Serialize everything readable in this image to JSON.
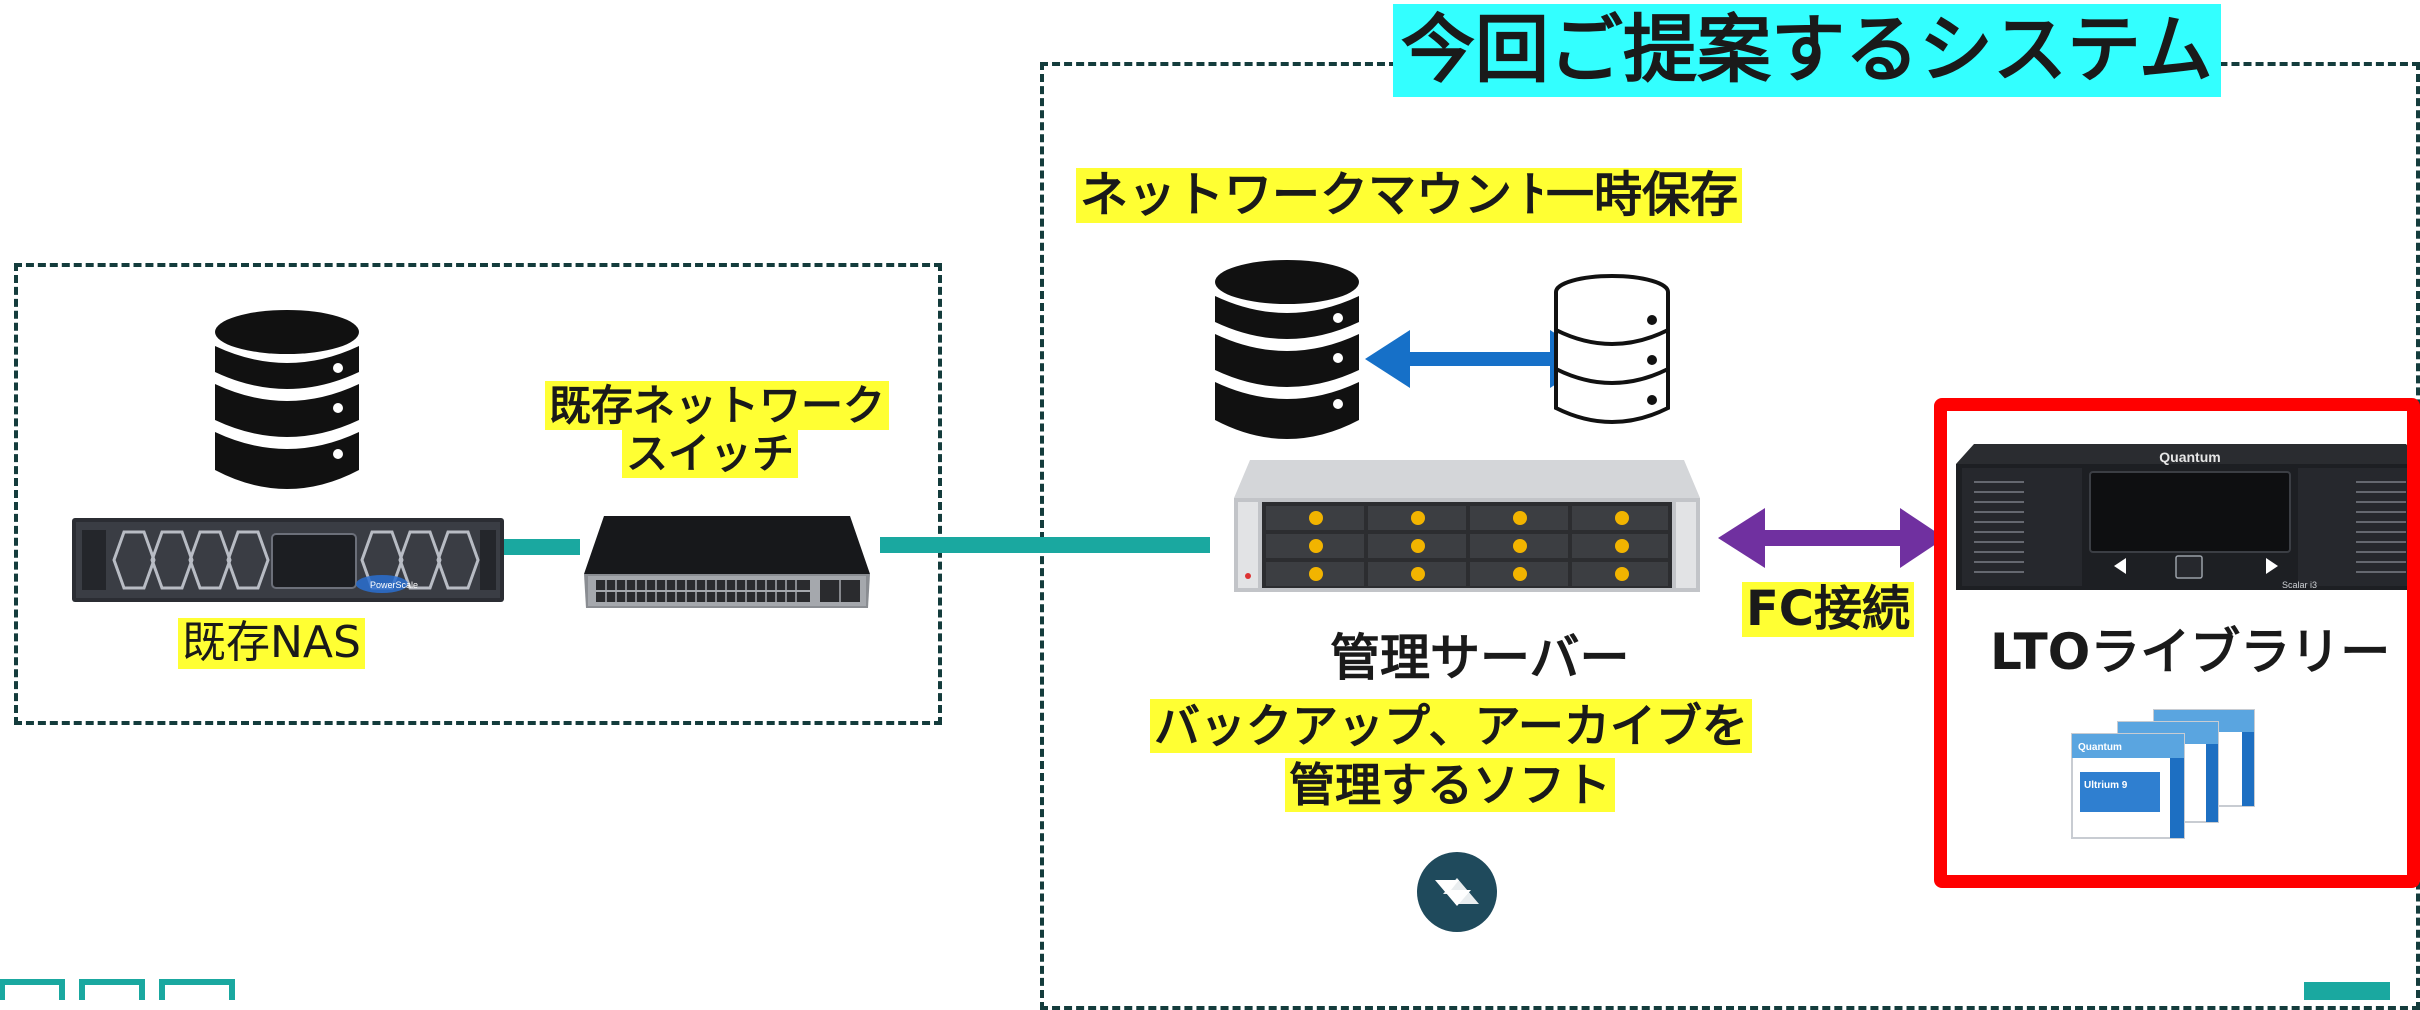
{
  "title": "今回ご提案するシステム",
  "labels": {
    "network_mount": "ネットワークマウント",
    "temp_storage": "一時保存",
    "existing_switch_line1": "既存ネットワーク",
    "existing_switch_line2": "スイッチ",
    "existing_nas": "既存NAS",
    "management_server": "管理サーバー",
    "software_line1": "バックアップ、アーカイブを",
    "software_line2": "管理するソフト",
    "fc_connection": "FC接続",
    "lto_library": "LTOライブラリー"
  },
  "device_text": {
    "library_brand": "Quantum",
    "library_model": "Scalar i3",
    "tape_brand": "Quantum",
    "tape_type": "Ultrium 9",
    "nas_brand": "PowerScale"
  },
  "colors": {
    "title_highlight": "#33ffff",
    "label_highlight": "#ffff33",
    "dashed_border": "#143c3c",
    "network_line": "#1aa8a0",
    "sync_arrow": "#1670c8",
    "fc_arrow": "#7030a0",
    "lto_box_border": "#ff0000",
    "software_logo": "#1f4a5c"
  },
  "icons": [
    "database-black-icon",
    "database-white-icon",
    "software-logo-icon",
    "corner-logo-icon"
  ]
}
